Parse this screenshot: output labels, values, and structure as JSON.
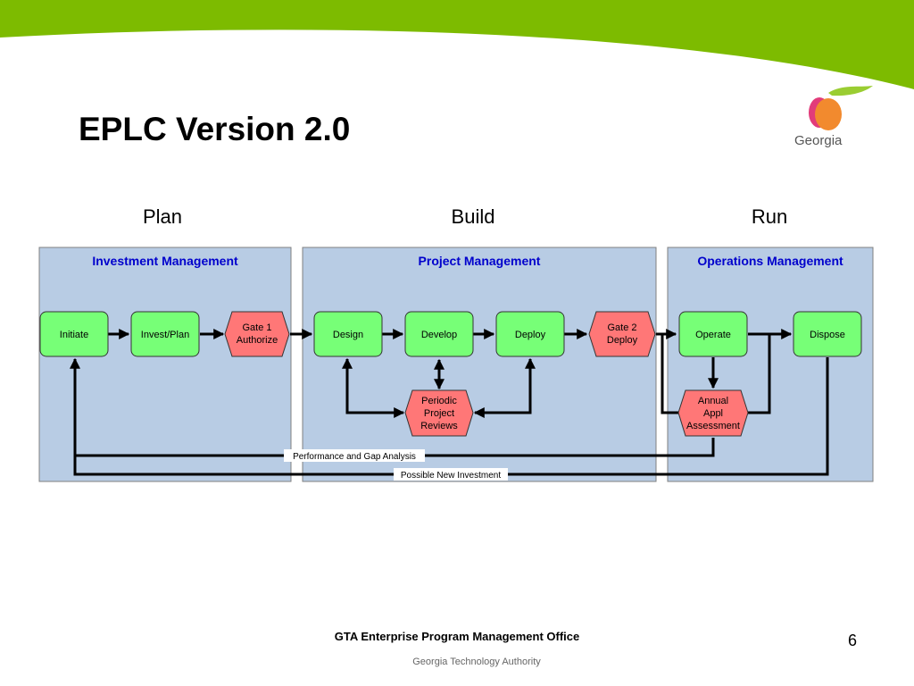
{
  "slide": {
    "title": "EPLC Version 2.0",
    "page_number": "6",
    "footer_title": "GTA Enterprise Program Management Office",
    "footer_subtitle": "Georgia Technology Authority",
    "logo_text": "Georgia"
  },
  "phases": [
    "Plan",
    "Build",
    "Run"
  ],
  "panels": [
    "Investment Management",
    "Project Management",
    "Operations Management"
  ],
  "stages": {
    "initiate": "Initiate",
    "invest_plan": "Invest/Plan",
    "gate1": [
      "Gate 1",
      "Authorize"
    ],
    "design": "Design",
    "develop": "Develop",
    "deploy": "Deploy",
    "gate2": [
      "Gate 2",
      "Deploy"
    ],
    "operate": "Operate",
    "dispose": "Dispose",
    "periodic_reviews": [
      "Periodic",
      "Project",
      "Reviews"
    ],
    "annual_assessment": [
      "Annual",
      "Appl",
      "Assessment"
    ]
  },
  "feedback_loops": {
    "performance": "Performance and Gap Analysis",
    "new_investment": "Possible New Investment"
  },
  "colors": {
    "swoosh": "#7DBB00",
    "panel_fill": "#B8CCE4",
    "panel_title": "#0000CC",
    "stage_fill": "#77FF77",
    "gate_fill": "#FF7777",
    "arrow": "#000000"
  }
}
